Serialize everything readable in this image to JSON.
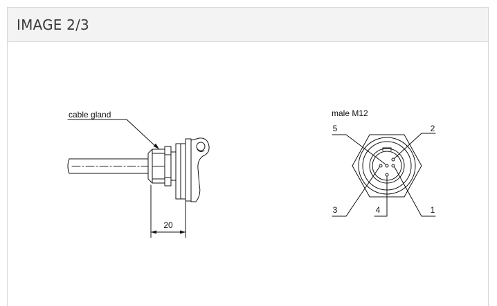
{
  "panel": {
    "title": "IMAGE 2/3"
  },
  "diagram": {
    "side_view": {
      "callout": "cable gland",
      "dimension": "20"
    },
    "connector_view": {
      "title": "male M12",
      "pins": [
        "1",
        "2",
        "3",
        "4",
        "5"
      ]
    }
  },
  "colors": {
    "line": "#111111",
    "header_bg": "#f3f3f3",
    "border": "#d6d6d6"
  }
}
